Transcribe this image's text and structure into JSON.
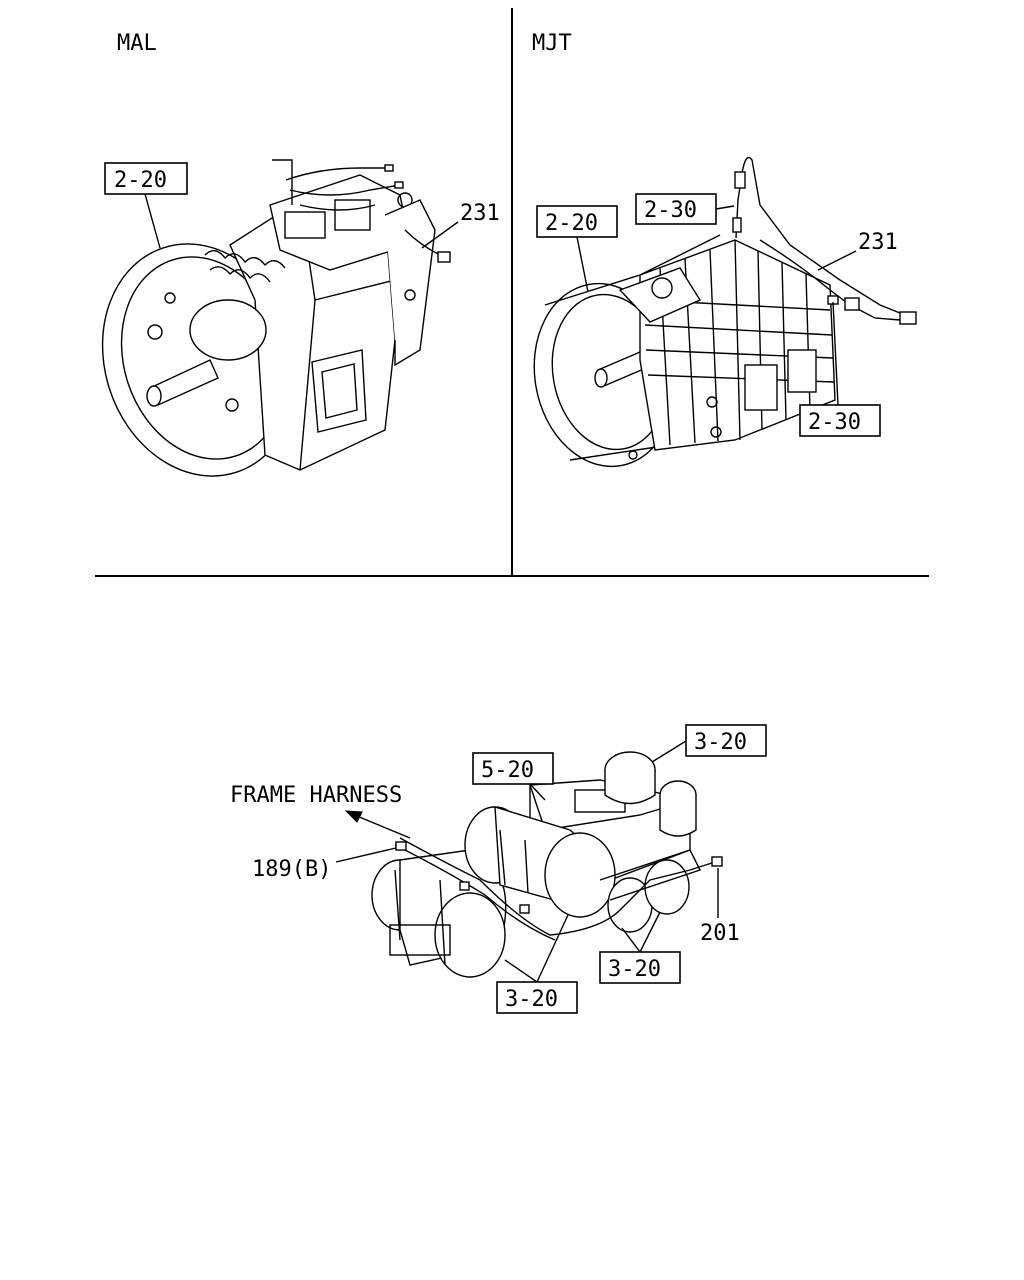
{
  "panels": {
    "mal": {
      "title": "MAL"
    },
    "mjt": {
      "title": "MJT"
    }
  },
  "callouts": {
    "mal_transmission": "2-20",
    "mal_harness": "231",
    "mjt_transmission": "2-20",
    "mjt_sensor_top": "2-30",
    "mjt_harness": "231",
    "mjt_sensor_side": "2-30",
    "bottom_unit": "5-20",
    "bottom_tank_top": "3-20",
    "bottom_tanks_right": "3-20",
    "bottom_tanks_left": "3-20",
    "bottom_connector_left": "189(B)",
    "bottom_connector_right": "201"
  },
  "annotations": {
    "frame_harness": "FRAME HARNESS"
  }
}
